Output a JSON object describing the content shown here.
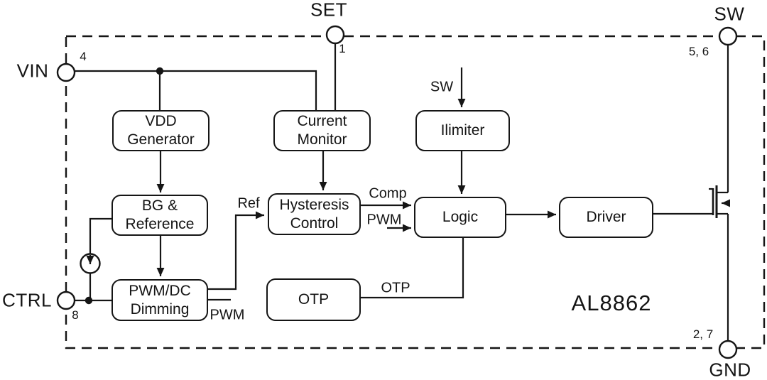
{
  "chip": {
    "part_number": "AL8862"
  },
  "pins": {
    "set": {
      "label": "SET",
      "number": "1"
    },
    "sw": {
      "label": "SW",
      "number": "5, 6"
    },
    "vin": {
      "label": "VIN",
      "number": "4"
    },
    "ctrl": {
      "label": "CTRL",
      "number": "8"
    },
    "gnd": {
      "label": "GND",
      "number": "2, 7"
    }
  },
  "blocks": {
    "vdd_generator": "VDD\nGenerator",
    "current_monitor": "Current\nMonitor",
    "ilimiter": "Ilimiter",
    "bg_reference": "BG &\nReference",
    "hysteresis_control": "Hysteresis\nControl",
    "logic": "Logic",
    "driver": "Driver",
    "pwm_dc_dimming": "PWM/DC\nDimming",
    "otp": "OTP"
  },
  "signal_labels": {
    "sw_input": "SW",
    "ref": "Ref",
    "comp": "Comp",
    "pwm_to_logic": "PWM",
    "pwm_from_dimming": "PWM",
    "otp_signal": "OTP"
  },
  "colors": {
    "line": "#151515",
    "background": "#ffffff"
  }
}
